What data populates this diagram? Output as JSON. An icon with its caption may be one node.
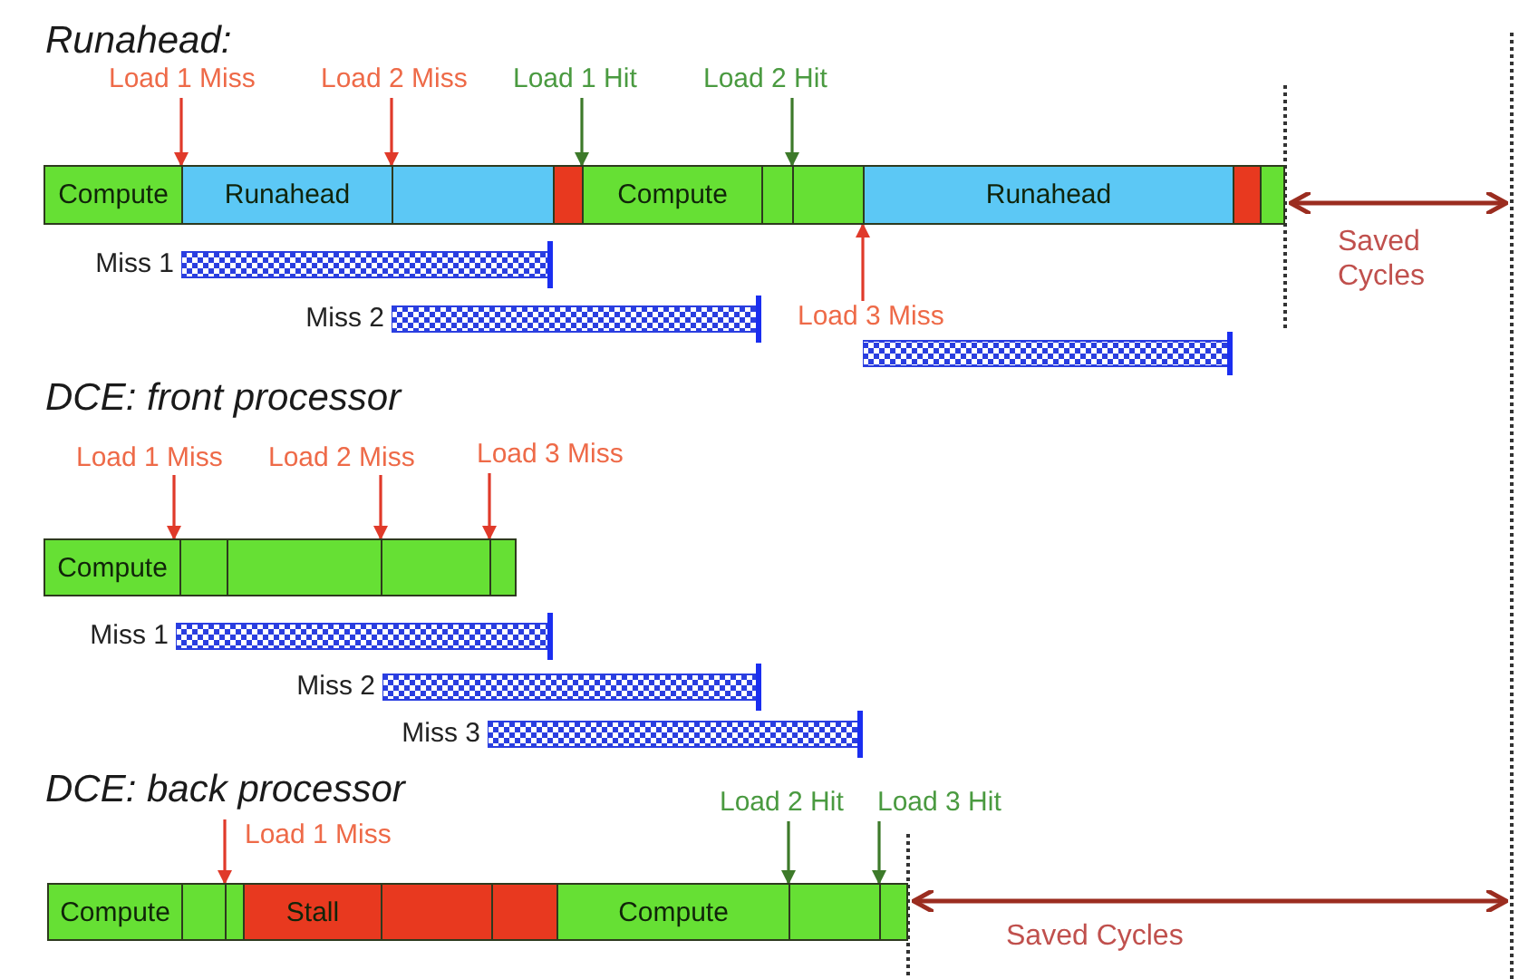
{
  "diagram": {
    "nodes": [
      {
        "text": [
          "Load 1 Miss"
        ]
      },
      {
        "text": [
          "Load 2 Miss"
        ]
      },
      {
        "text": [
          "Load 1 Hit"
        ]
      },
      {
        "text": [
          "Load 2 Hit"
        ]
      },
      {
        "text": [],
        "shape": "bar"
      },
      {
        "text": [
          "Compute"
        ],
        "in": 4
      },
      {
        "text": [
          "Runahead"
        ],
        "in": 4
      },
      {
        "text": [],
        "shape": "box",
        "in": 4
      },
      {
        "text": [],
        "shape": "box",
        "in": 4
      },
      {
        "text": [
          "Compute"
        ],
        "in": 4
      },
      {
        "text": [],
        "shape": "box",
        "in": 4
      },
      {
        "text": [],
        "shape": "box",
        "in": 4
      },
      {
        "text": [
          "Runahead"
        ],
        "in": 4
      },
      {
        "text": [],
        "shape": "box",
        "in": 4
      },
      {
        "text": [],
        "shape": "box",
        "in": 4
      },
      {
        "text": [],
        "shape": "bar",
        "beside": [
          "Miss 1"
        ]
      },
      {
        "text": [],
        "shape": "bar",
        "beside": [
          "Miss 2"
        ]
      },
      {
        "text": [
          "Load 3 Miss"
        ]
      },
      {
        "text": [],
        "shape": "bar"
      },
      {
        "text": [
          "Load 1 Miss"
        ]
      },
      {
        "text": [
          "Load 2 Miss"
        ]
      },
      {
        "text": [
          "Load 3 Miss"
        ]
      },
      {
        "text": [],
        "shape": "bar"
      },
      {
        "text": [
          "Compute"
        ],
        "in": 22
      },
      {
        "text": [],
        "shape": "box",
        "in": 22
      },
      {
        "text": [],
        "shape": "box",
        "in": 22
      },
      {
        "text": [],
        "shape": "box",
        "in": 22
      },
      {
        "text": [],
        "shape": "box",
        "in": 22
      },
      {
        "text": [],
        "shape": "bar",
        "beside": [
          "Miss 1"
        ]
      },
      {
        "text": [],
        "shape": "bar",
        "beside": [
          "Miss 2"
        ]
      },
      {
        "text": [],
        "shape": "bar",
        "beside": [
          "Miss 3"
        ]
      },
      {
        "text": [
          "Load 2 Hit"
        ]
      },
      {
        "text": [
          "Load 3 Hit"
        ]
      },
      {
        "text": [
          "Load 1 Miss"
        ]
      },
      {
        "text": [],
        "shape": "bar"
      },
      {
        "text": [
          "Compute"
        ],
        "in": 34
      },
      {
        "text": [],
        "shape": "box",
        "in": 34
      },
      {
        "text": [],
        "shape": "box",
        "in": 34
      },
      {
        "text": [
          "Stall"
        ],
        "in": 34
      },
      {
        "text": [],
        "shape": "box",
        "in": 34
      },
      {
        "text": [],
        "shape": "box",
        "in": 34
      },
      {
        "text": [
          "Compute"
        ],
        "in": 34
      },
      {
        "text": [],
        "shape": "box",
        "in": 34
      },
      {
        "text": [],
        "shape": "box",
        "in": 34
      }
    ],
    "edges": [
      {
        "from": 0,
        "to": 4,
        "arrow": "to"
      },
      {
        "from": 1,
        "to": 4,
        "arrow": "to"
      },
      {
        "from": 2,
        "to": 4,
        "arrow": "to",
        "color": "#3d7a2a"
      },
      {
        "from": 3,
        "to": 4,
        "arrow": "to",
        "color": "#3d7a2a"
      },
      {
        "from": 17,
        "to": 4,
        "arrow": "to"
      },
      {
        "from": 19,
        "to": 22,
        "arrow": "to"
      },
      {
        "from": 20,
        "to": 22,
        "arrow": "to"
      },
      {
        "from": 21,
        "to": 22,
        "arrow": "to"
      },
      {
        "from": 31,
        "to": 34,
        "arrow": "to",
        "color": "#3d7a2a"
      },
      {
        "from": 32,
        "to": 34,
        "arrow": "to",
        "color": "#3d7a2a"
      },
      {
        "from": 33,
        "to": 34,
        "arrow": "to"
      }
    ],
    "labels": [
      "Runahead:",
      "Saved Cycles",
      "DCE: front processor",
      "DCE: back processor",
      "Saved Cycles"
    ]
  }
}
